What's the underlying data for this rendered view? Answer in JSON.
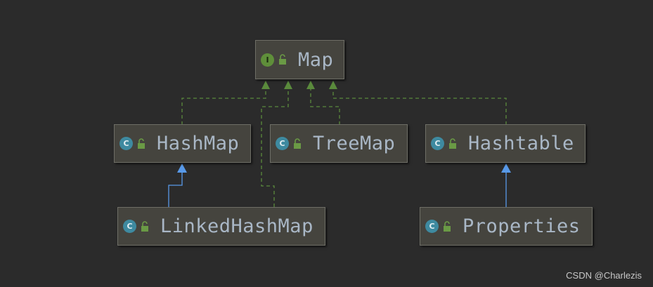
{
  "diagram": {
    "nodes": {
      "map": {
        "name": "Map",
        "kind": "interface",
        "kind_letter": "I"
      },
      "hashmap": {
        "name": "HashMap",
        "kind": "class",
        "kind_letter": "C"
      },
      "treemap": {
        "name": "TreeMap",
        "kind": "class",
        "kind_letter": "C"
      },
      "hashtable": {
        "name": "Hashtable",
        "kind": "class",
        "kind_letter": "C"
      },
      "linkedhashmap": {
        "name": "LinkedHashMap",
        "kind": "class",
        "kind_letter": "C"
      },
      "properties": {
        "name": "Properties",
        "kind": "class",
        "kind_letter": "C"
      }
    },
    "edges": [
      {
        "from": "HashMap",
        "to": "Map",
        "type": "implements"
      },
      {
        "from": "LinkedHashMap",
        "to": "Map",
        "type": "implements"
      },
      {
        "from": "TreeMap",
        "to": "Map",
        "type": "implements"
      },
      {
        "from": "Hashtable",
        "to": "Map",
        "type": "implements"
      },
      {
        "from": "LinkedHashMap",
        "to": "HashMap",
        "type": "extends"
      },
      {
        "from": "Properties",
        "to": "Hashtable",
        "type": "extends"
      }
    ]
  },
  "colors": {
    "background": "#2b2b2b",
    "implements_edge": "#5a8a3c",
    "extends_edge": "#5899e8",
    "node_fill": "#45443e",
    "label": "#a9b7c6"
  },
  "watermark": "CSDN @Charlezis"
}
